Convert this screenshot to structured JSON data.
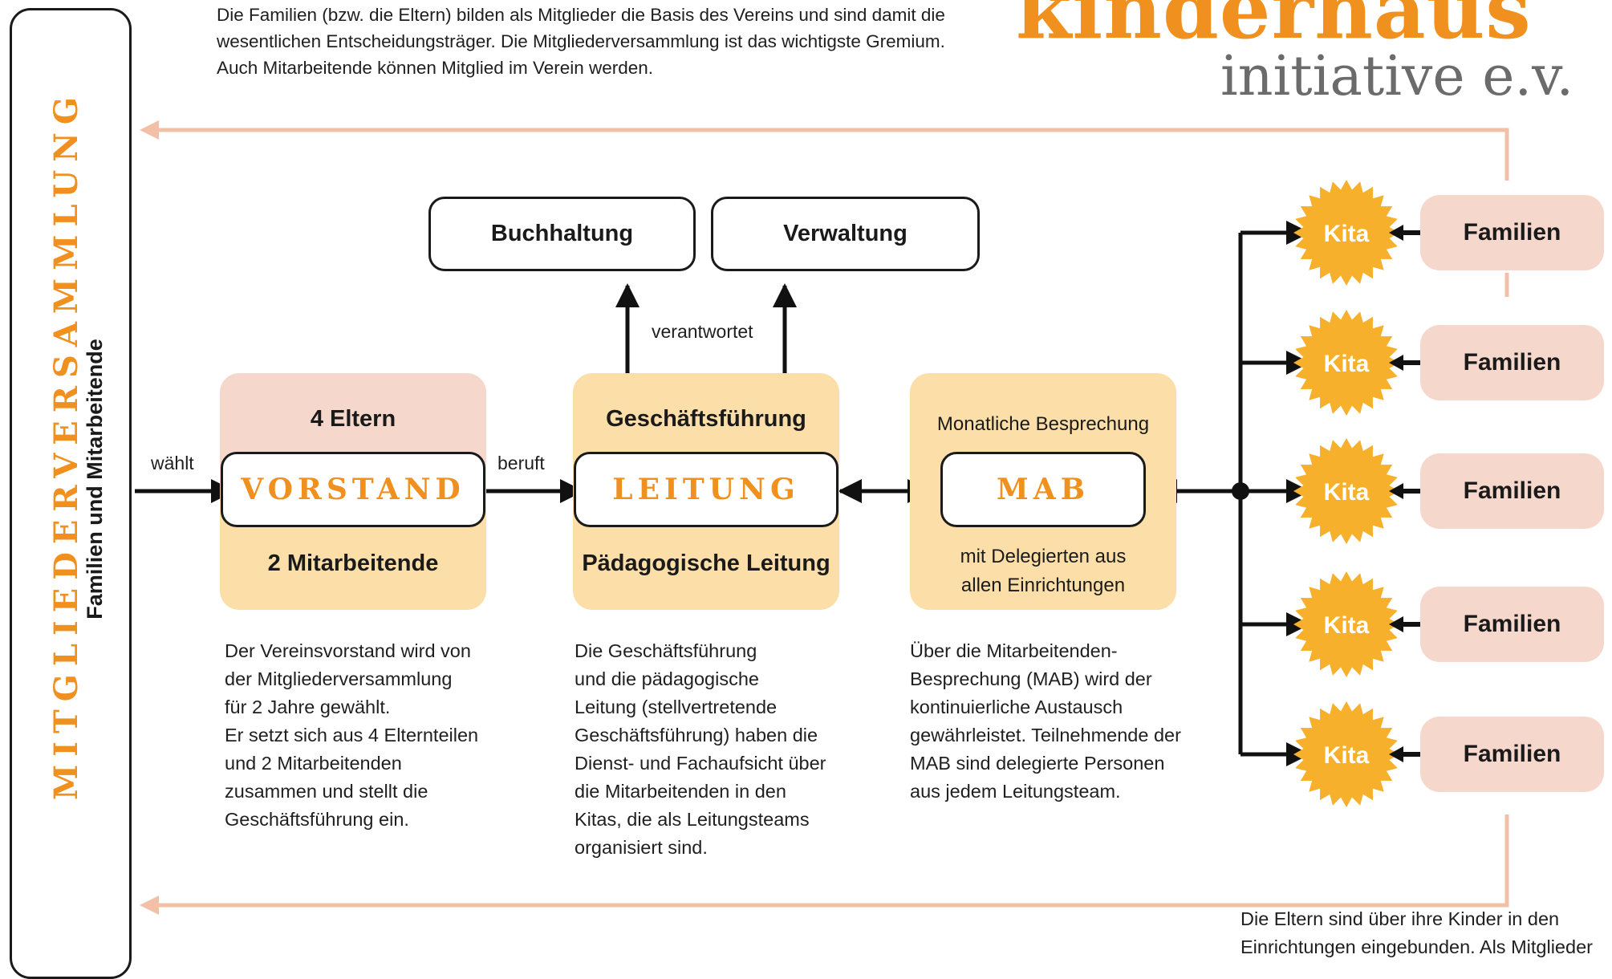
{
  "intro": {
    "line1": "Die Familien (bzw. die Eltern) bilden als Mitglieder die Basis des Vereins und sind damit die",
    "line2": "wesentlichen Entscheidungsträger. Die Mitgliederversammlung ist das wichtigste Gremium.",
    "line3": "Auch Mitarbeitende können Mitglied im Verein werden."
  },
  "logo": {
    "word1": "kinderhaus",
    "word2": "initiative e.v."
  },
  "side": {
    "title": "MITGLIEDERVERSAMMLUNG",
    "subtitle": "Familien und Mitarbeitende"
  },
  "edges": {
    "waehlt": "wählt",
    "beruft": "beruft",
    "verantwortet": "verantwortet"
  },
  "vorstand": {
    "top": "4 Eltern",
    "name": "VORSTAND",
    "bottom": "2 Mitarbeitende"
  },
  "leitung": {
    "top": "Geschäftsführung",
    "name": "LEITUNG",
    "bottom": "Pädagogische Leitung"
  },
  "mab": {
    "top": "Monatliche Besprechung",
    "name": "MAB",
    "bottom1": "mit Delegierten aus",
    "bottom2": "allen Einrichtungen"
  },
  "boxes": {
    "buchhaltung": "Buchhaltung",
    "verwaltung": "Verwaltung"
  },
  "desc": {
    "vorstand": "Der Vereinsvorstand wird von\nder Mitgliederversammlung\nfür 2 Jahre gewählt.\nEr setzt sich aus 4 Elternteilen\nund 2 Mitarbeitenden\nzusammen und stellt die\nGeschäftsführung ein.",
    "leitung": "Die Geschäftsführung\nund die pädagogische\nLeitung (stellvertretende\nGeschäftsführung) haben die\nDienst- und Fachaufsicht über\ndie Mitarbeitenden in den\nKitas, die als Leitungsteams\norganisiert sind.",
    "mab": "Über die Mitarbeitenden-\nBesprechung (MAB) wird der\nkontinuierliche Austausch\ngewährleistet. Teilnehmende der\nMAB sind delegierte Personen\naus jedem Leitungsteam.",
    "bottom": "Die Eltern sind über ihre Kinder in den\nEinrichtungen eingebunden. Als Mitglieder"
  },
  "kitas": [
    {
      "kita": "Kita",
      "familien": "Familien"
    },
    {
      "kita": "Kita",
      "familien": "Familien"
    },
    {
      "kita": "Kita",
      "familien": "Familien"
    },
    {
      "kita": "Kita",
      "familien": "Familien"
    },
    {
      "kita": "Kita",
      "familien": "Familien"
    }
  ],
  "colors": {
    "orange": "#f0901e",
    "peach": "#f6d7cc",
    "lightOrange": "#fcdfa8",
    "star": "#f7b02b",
    "line": "#f2c0a6"
  }
}
